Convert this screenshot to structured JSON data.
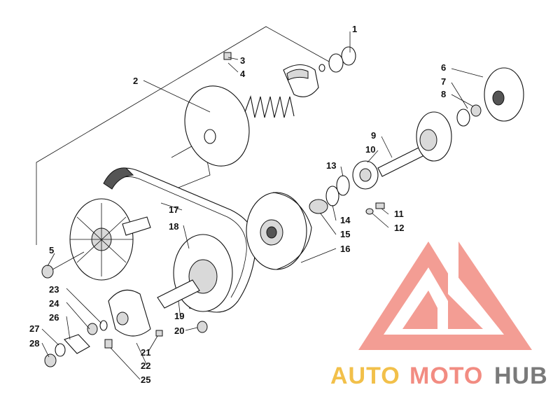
{
  "callouts": [
    "1",
    "2",
    "3",
    "4",
    "5",
    "6",
    "7",
    "8",
    "9",
    "10",
    "11",
    "12",
    "13",
    "14",
    "15",
    "16",
    "17",
    "18",
    "19",
    "20",
    "21",
    "22",
    "23",
    "24",
    "25",
    "26",
    "27",
    "28"
  ],
  "watermark": {
    "text_auto": "AUTO",
    "text_moto": "MOTO",
    "text_hub": "HUB",
    "color_auto": "#f2c04a",
    "color_moto": "#f28c82",
    "color_hub": "#7a7a7a",
    "logo_color": "#f07a70"
  }
}
